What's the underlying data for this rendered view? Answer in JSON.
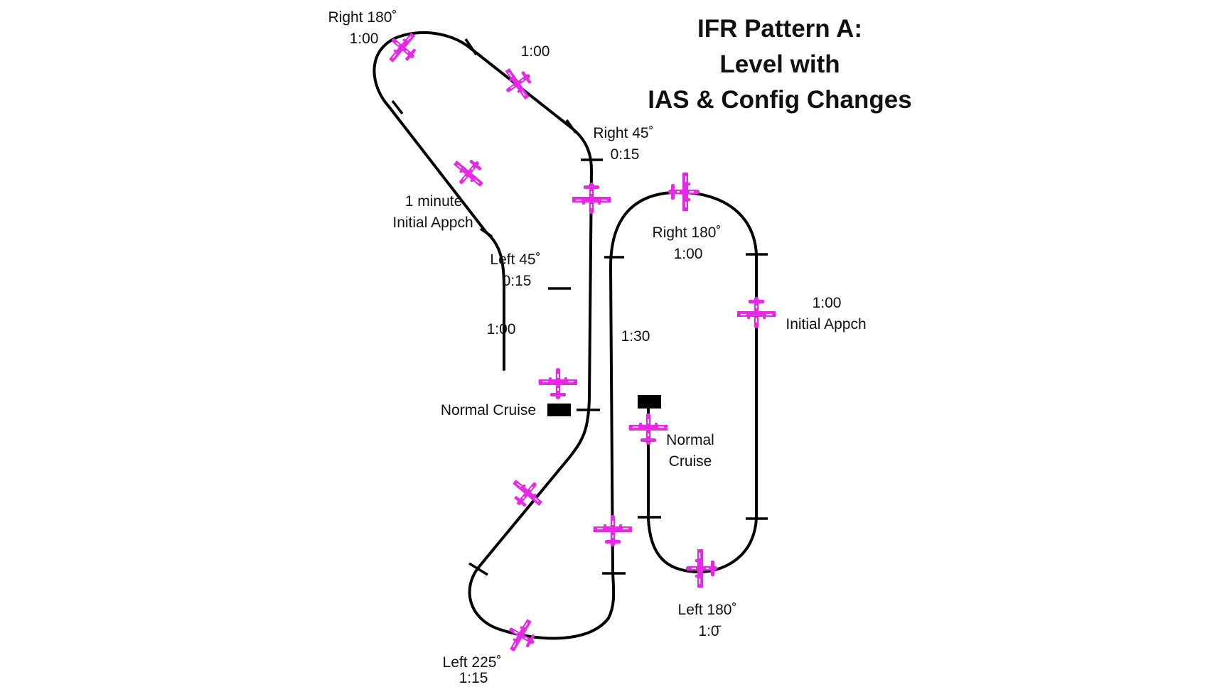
{
  "title": {
    "line1": "IFR Pattern A:",
    "line2": "Level with",
    "line3": "IAS & Config Changes"
  },
  "labels": {
    "right180_top": "Right 180˚",
    "right180_top_time": "1:00",
    "leg_top_time": "1:00",
    "right45": "Right 45˚",
    "right45_time": "0:15",
    "one_minute": "1 minute",
    "initial_appch_left": "Initial Appch",
    "left45": "Left 45˚",
    "left45_time": "0:15",
    "leg_left_time": "1:00",
    "normal_cruise_left": "Normal Cruise",
    "leg_middle_time": "1:30",
    "right180_mid": "Right 180˚",
    "right180_mid_time": "1:00",
    "initial_appch_right_time": "1:00",
    "initial_appch_right": "Initial Appch",
    "normal_cruise_right_1": "Normal",
    "normal_cruise_right_2": "Cruise",
    "left180": "Left 180˚",
    "left180_time": "1:0̄",
    "left225": "Left 225˚",
    "left225_time": "1:15"
  },
  "icons": {
    "aircraft": "airplane-icon",
    "cruise_marker": "black-rectangle-marker"
  },
  "colors": {
    "aircraft": "#e629e6",
    "track": "#000000",
    "text": "#111111"
  }
}
